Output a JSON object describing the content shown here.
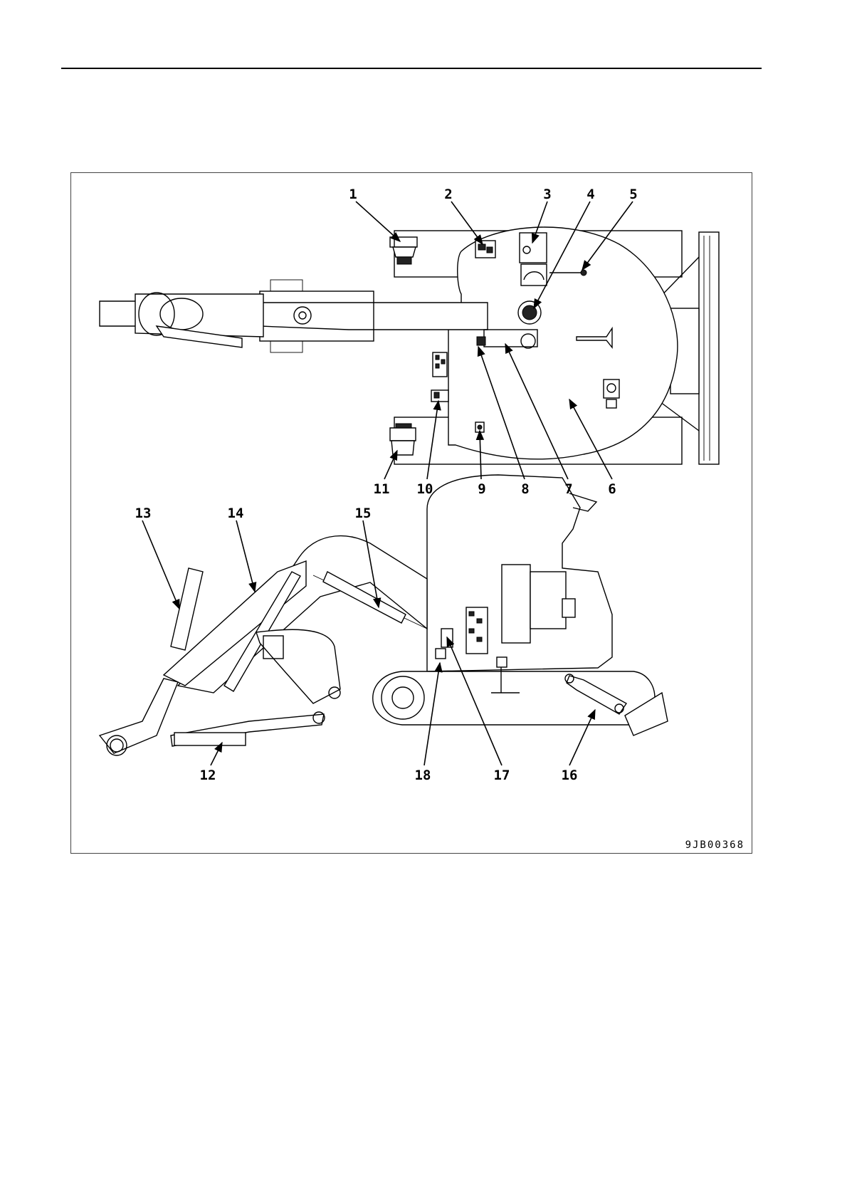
{
  "figure": {
    "code": "9JB00368",
    "callouts": [
      {
        "id": "c1",
        "label": "1"
      },
      {
        "id": "c2",
        "label": "2"
      },
      {
        "id": "c3",
        "label": "3"
      },
      {
        "id": "c4",
        "label": "4"
      },
      {
        "id": "c5",
        "label": "5"
      },
      {
        "id": "c6",
        "label": "6"
      },
      {
        "id": "c7",
        "label": "7"
      },
      {
        "id": "c8",
        "label": "8"
      },
      {
        "id": "c9",
        "label": "9"
      },
      {
        "id": "c10",
        "label": "10"
      },
      {
        "id": "c11",
        "label": "11"
      },
      {
        "id": "c12",
        "label": "12"
      },
      {
        "id": "c13",
        "label": "13"
      },
      {
        "id": "c14",
        "label": "14"
      },
      {
        "id": "c15",
        "label": "15"
      },
      {
        "id": "c16",
        "label": "16"
      },
      {
        "id": "c17",
        "label": "17"
      },
      {
        "id": "c18",
        "label": "18"
      }
    ]
  }
}
